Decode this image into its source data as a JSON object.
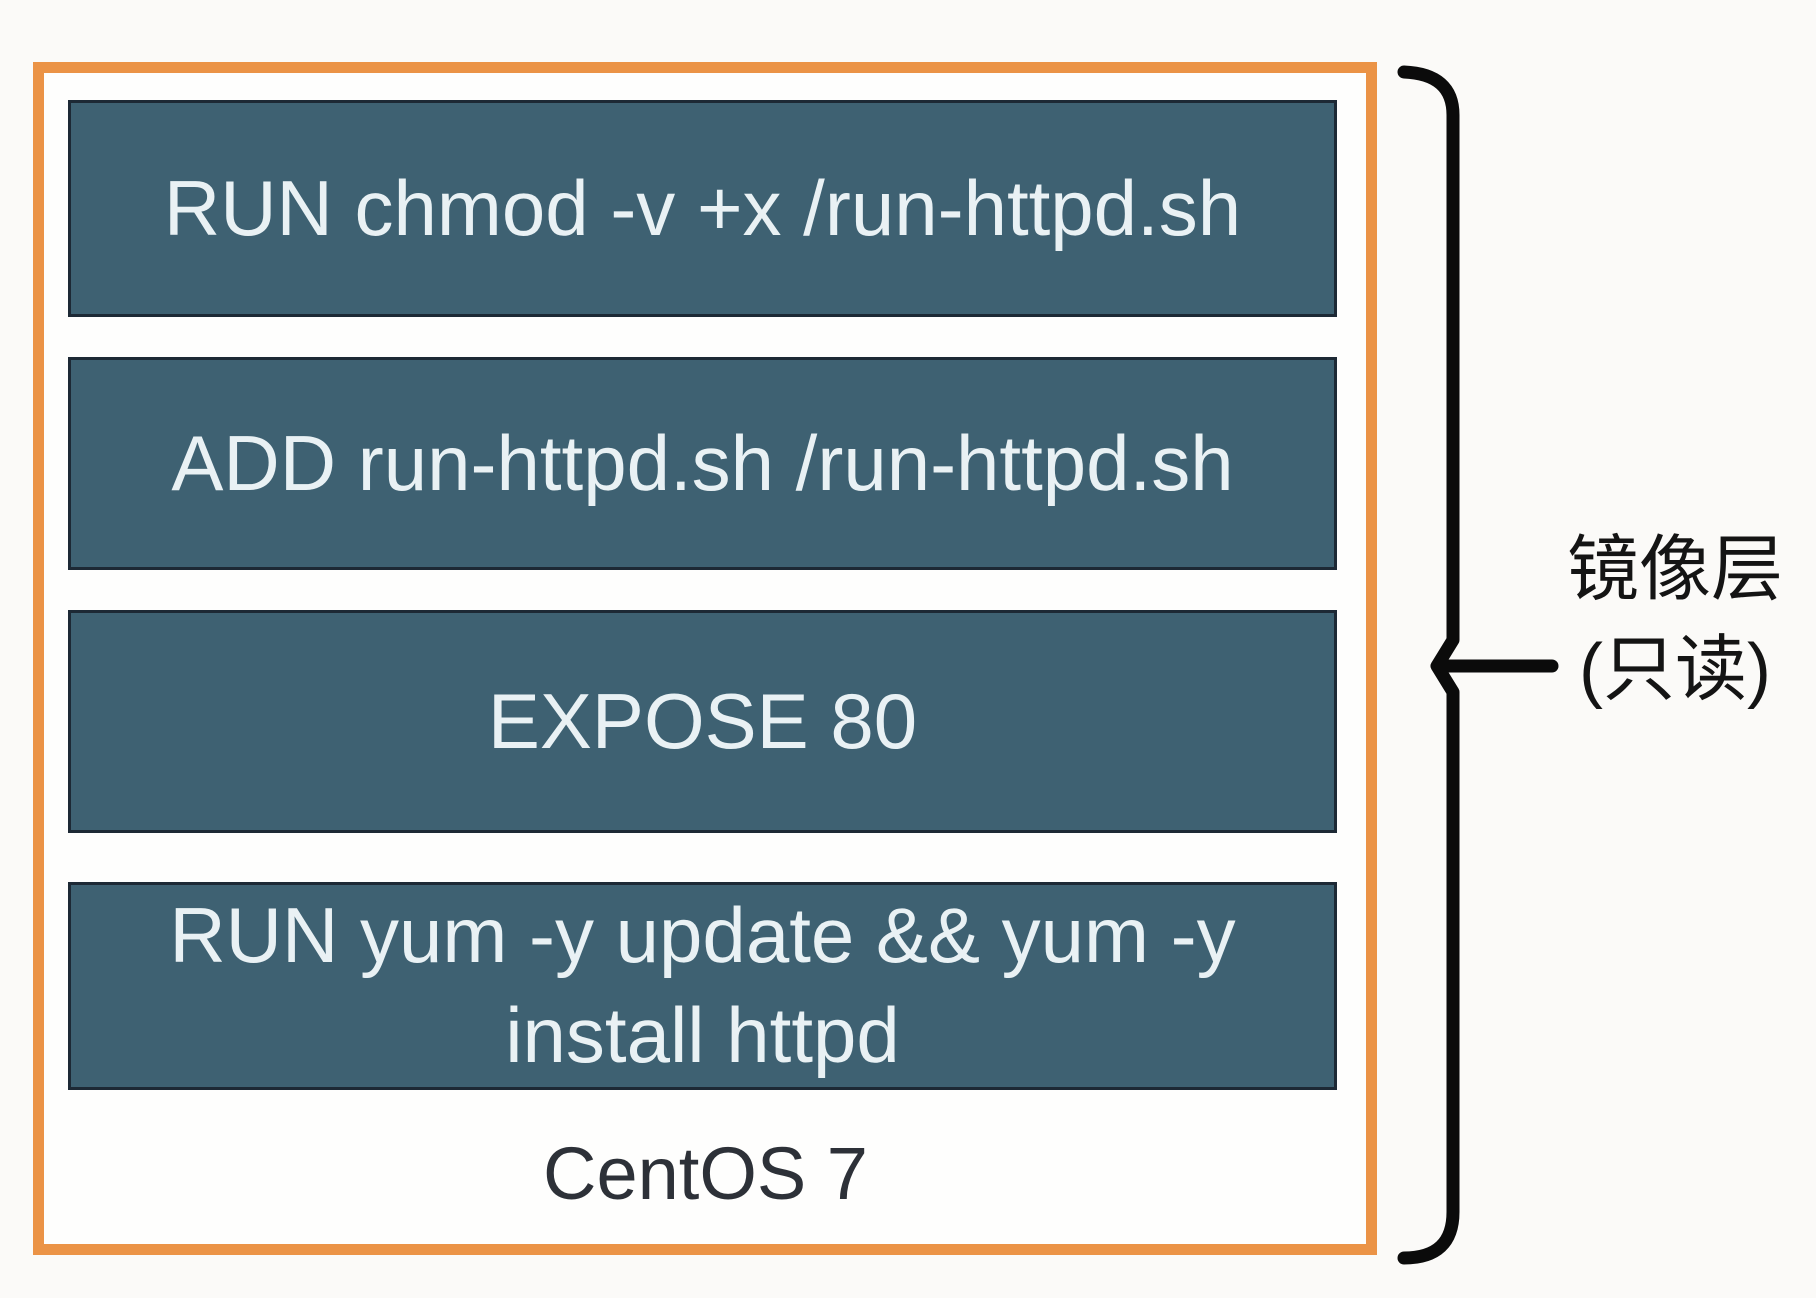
{
  "page": {
    "background": "#FBFAF8"
  },
  "image_box": {
    "border_color": "#EB9346",
    "fill": "#FEFEFD",
    "layer_fill": "#3E6172",
    "layer_border_color": "#1D2935",
    "layer_text_color": "#E9F1F4",
    "layers": [
      {
        "label": "RUN chmod -v +x /run-httpd.sh"
      },
      {
        "label": "ADD run-httpd.sh /run-httpd.sh"
      },
      {
        "label": "EXPOSE 80"
      },
      {
        "label": "RUN yum -y update && yum -y install httpd"
      }
    ],
    "base_label": "CentOS 7",
    "base_label_color": "#2D3138"
  },
  "annotation": {
    "brace_color": "#0B0B0B",
    "label_line1": "镜像层",
    "label_line2": "(只读)",
    "label_color": "#141414"
  }
}
